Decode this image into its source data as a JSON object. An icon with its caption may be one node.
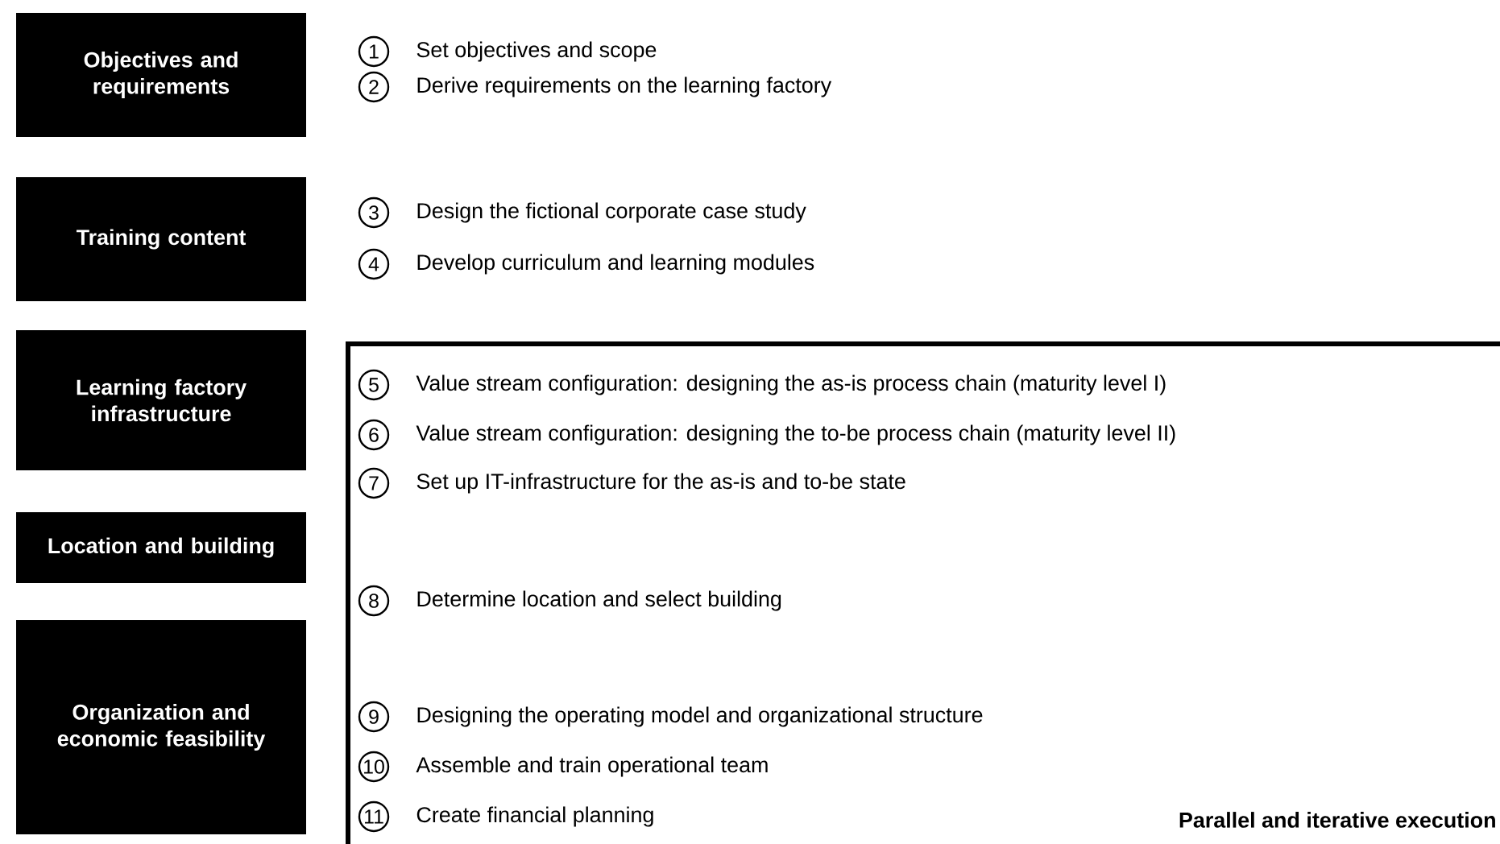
{
  "diagram": {
    "nodes": [
      {
        "text": [
          "Objectives and requirements"
        ]
      },
      {
        "text": [
          "Training content"
        ]
      },
      {
        "text": [
          "Learning factory infrastructure"
        ]
      },
      {
        "text": [
          "Location and building"
        ]
      },
      {
        "text": [
          "Organization and economic feasibility"
        ]
      },
      {
        "text": [
          "1"
        ],
        "beside": [
          "Set objectives and scope"
        ]
      },
      {
        "text": [
          "2"
        ],
        "beside": [
          "Derive requirements on the learning factory"
        ]
      },
      {
        "text": [
          "3"
        ],
        "beside": [
          "Design the fictional corporate case study"
        ]
      },
      {
        "text": [
          "4"
        ],
        "beside": [
          "Develop curriculum and learning modules"
        ]
      },
      {
        "text": [
          "5"
        ],
        "beside": [
          "Value stream configuration: designing the as-is process chain (maturity level I)"
        ]
      },
      {
        "text": [
          "6"
        ],
        "beside": [
          "Value stream configuration: designing the to-be process chain (maturity level II)"
        ]
      },
      {
        "text": [
          "7"
        ],
        "beside": [
          "Set up IT-infrastructure for the as-is and to-be state"
        ]
      },
      {
        "text": [
          "8"
        ],
        "beside": [
          "Determine location and select building"
        ]
      },
      {
        "text": [
          "9"
        ],
        "beside": [
          "Designing the operating model and organizational structure"
        ]
      },
      {
        "text": [
          "10"
        ],
        "beside": [
          "Assemble and train operational team"
        ]
      },
      {
        "text": [
          "11"
        ],
        "beside": [
          "Create financial planning"
        ]
      }
    ],
    "labels": [
      "Parallel and iterative execution"
    ]
  }
}
